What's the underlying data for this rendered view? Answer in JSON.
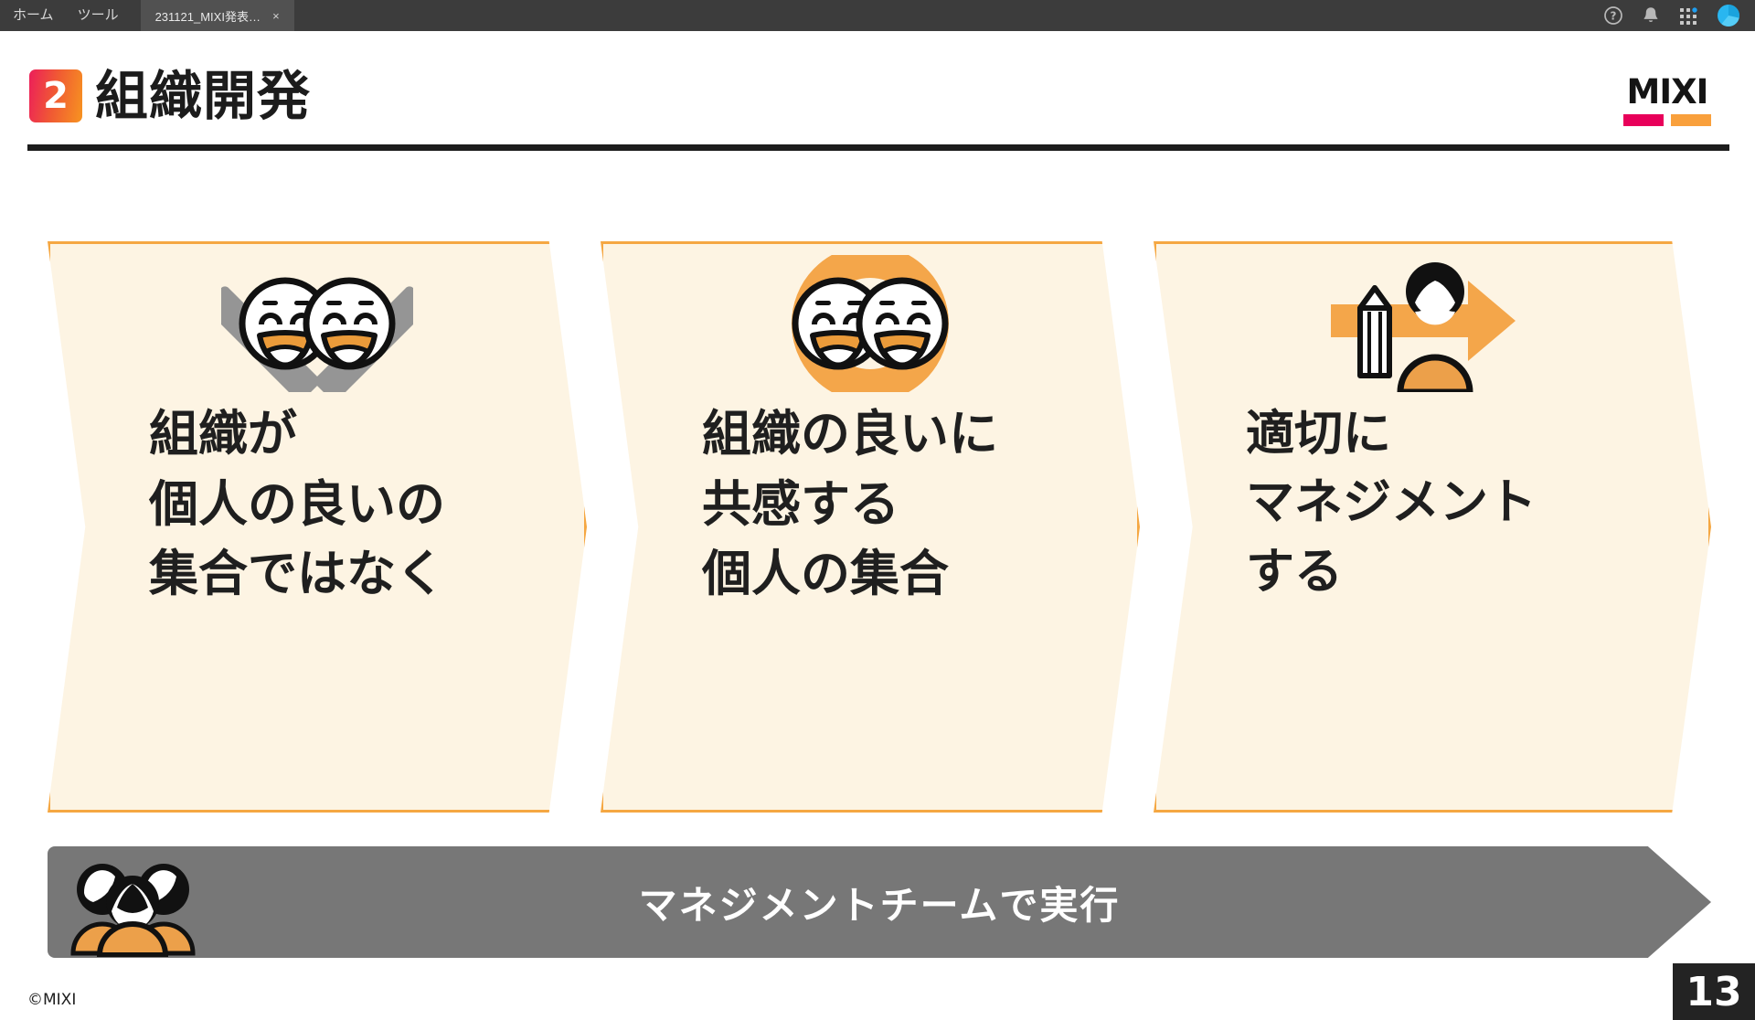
{
  "app_chrome": {
    "menu": [
      {
        "label": "ホーム",
        "name": "menu-home"
      },
      {
        "label": "ツール",
        "name": "menu-tools"
      }
    ],
    "tab": {
      "title": "231121_MIXI発表…",
      "close_label": "×"
    },
    "right_icons": [
      {
        "name": "help-icon",
        "glyph": "?"
      },
      {
        "name": "bell-icon",
        "glyph": "bell"
      },
      {
        "name": "apps-grid-icon",
        "glyph": "grid"
      },
      {
        "name": "avatar-icon",
        "glyph": "circle"
      }
    ],
    "colors": {
      "bar_background": "#3c3c3c",
      "active_tab": "#515151",
      "accent_blue": "#1ab7ea",
      "avatar_blue": "#29b6f0"
    }
  },
  "slide": {
    "section_number": "2",
    "title": "組織開発",
    "brand": {
      "wordmark": "MIXI",
      "bar_pink": "#e8005a",
      "bar_orange": "#f9a03c"
    },
    "chevrons": [
      {
        "icon_name": "two-faces-with-x-icon",
        "text": "組織が\n個人の良いの\n集合ではなく"
      },
      {
        "icon_name": "two-faces-with-ring-icon",
        "text": "組織の良いに\n共感する\n個人の集合"
      },
      {
        "icon_name": "person-pencil-arrow-icon",
        "text": "適切に\nマネジメント\nする"
      }
    ],
    "bottom_bar": {
      "icon_name": "three-people-icon",
      "label": "マネジメントチームで実行",
      "color": "#777777"
    },
    "copyright": "©MIXI",
    "page_number": "13",
    "colors": {
      "chevron_fill": "#fdf4e3",
      "chevron_border": "#f5a742",
      "title_text": "#1c1c1c",
      "badge_gradient_start": "#ec1e5a",
      "badge_gradient_end": "#f79420",
      "icon_orange": "#f4a64a",
      "icon_gray": "#959595"
    }
  }
}
